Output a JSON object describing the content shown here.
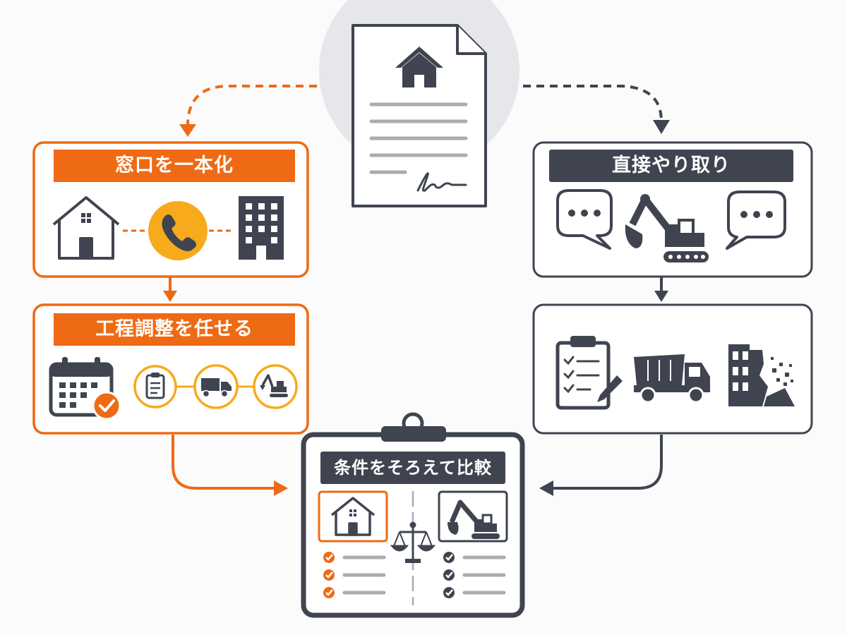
{
  "colors": {
    "orange": "#ee6a14",
    "dark": "#3f4450",
    "amber": "#f6aa1c",
    "circle_bg": "#e6e7ea",
    "line_gray": "#a9adb3"
  },
  "left_path": {
    "box1_label": "窓口を一本化",
    "box1_icons": [
      "house-icon",
      "phone-icon",
      "office-building-icon"
    ],
    "box2_label": "工程調整を任せる",
    "box2_icons": [
      "calendar-check-icon",
      "clipboard-icon",
      "truck-icon",
      "excavator-icon"
    ]
  },
  "right_path": {
    "box1_label": "直接やり取り",
    "box1_icons": [
      "speech-bubble-icon",
      "excavator-icon",
      "speech-bubble-icon"
    ],
    "box2_icons": [
      "clipboard-pen-icon",
      "dump-truck-icon",
      "demolition-building-icon"
    ]
  },
  "top_document": {
    "icons": [
      "house-icon",
      "signature-icon"
    ]
  },
  "compare": {
    "label": "条件をそろえて比較",
    "icons": [
      "house-icon",
      "scale-icon",
      "excavator-icon",
      "check-icon"
    ]
  }
}
